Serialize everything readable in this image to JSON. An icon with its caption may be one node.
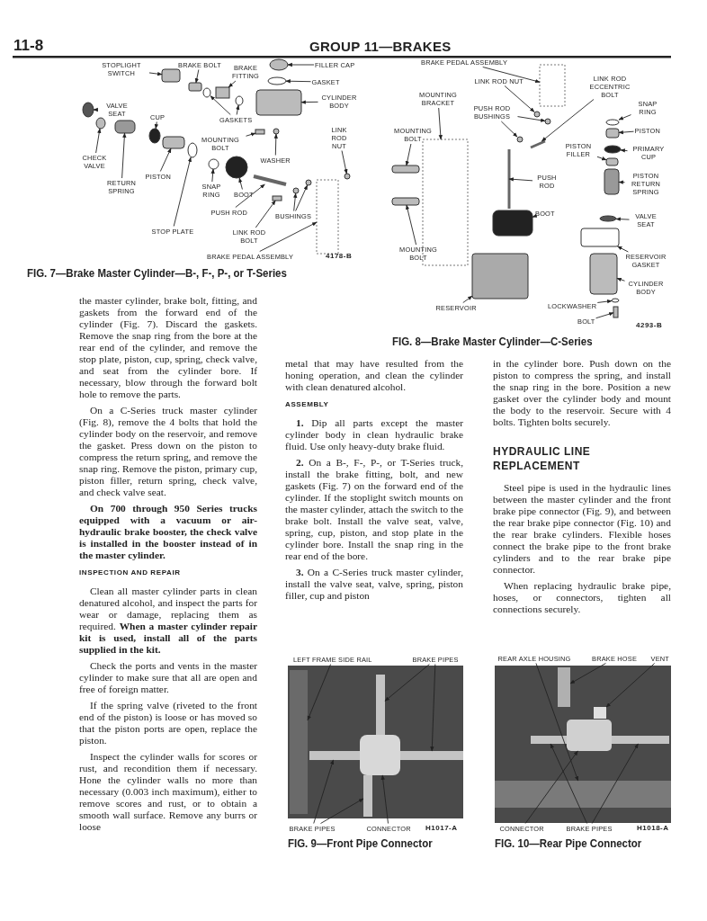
{
  "diagram": {
    "nodes": [
      {
        "text": [
          "STOPLIGHT SWITCH"
        ]
      },
      {
        "text": [
          "BRAKE BOLT"
        ]
      },
      {
        "text": [
          "BRAKE FITTING"
        ]
      },
      {
        "text": [
          "FILLER CAP"
        ]
      },
      {
        "text": [
          "GASKET"
        ]
      },
      {
        "text": [
          "CYLINDER BODY"
        ]
      },
      {
        "text": [
          "VALVE SEAT"
        ]
      },
      {
        "text": [
          "GASKETS"
        ]
      },
      {
        "text": [
          "CUP"
        ]
      },
      {
        "text": [
          "MOUNTING BOLT"
        ]
      },
      {
        "text": [
          "LINK ROD NUT"
        ]
      },
      {
        "text": [
          "CHECK VALVE"
        ]
      },
      {
        "text": [
          "WASHER"
        ]
      },
      {
        "text": [
          "RETURN SPRING"
        ]
      },
      {
        "text": [
          "PISTON"
        ]
      },
      {
        "text": [
          "SNAP RING"
        ]
      },
      {
        "text": [
          "BOOT"
        ]
      },
      {
        "text": [
          "PUSH ROD"
        ]
      },
      {
        "text": [
          "BUSHINGS"
        ]
      },
      {
        "text": [
          "STOP PLATE"
        ]
      },
      {
        "text": [
          "LINK ROD BOLT"
        ]
      },
      {
        "text": [
          "BRAKE PEDAL ASSEMBLY"
        ]
      },
      {
        "text": [
          "BRAKE PEDAL ASSEMBLY"
        ]
      },
      {
        "text": [
          "LINK ROD NUT"
        ]
      },
      {
        "text": [
          "LINK ROD ECCENTRIC BOLT"
        ]
      },
      {
        "text": [
          "MOUNTING BRACKET"
        ]
      },
      {
        "text": [
          "PUSH ROD BUSHINGS"
        ]
      },
      {
        "text": [
          "SNAP RING"
        ]
      },
      {
        "text": [
          "MOUNTING BOLT"
        ]
      },
      {
        "text": [
          "PISTON"
        ]
      },
      {
        "text": [
          "PISTON FILLER"
        ]
      },
      {
        "text": [
          "PRIMARY CUP"
        ]
      },
      {
        "text": [
          "PUSH ROD"
        ]
      },
      {
        "text": [
          "PISTON RETURN SPRING"
        ]
      },
      {
        "text": [
          "BOOT"
        ]
      },
      {
        "text": [
          "VALVE SEAT"
        ]
      },
      {
        "text": [
          "MOUNTING BOLT"
        ]
      },
      {
        "text": [
          "RESERVOIR GASKET"
        ]
      },
      {
        "text": [
          "CYLINDER BODY"
        ]
      },
      {
        "text": [
          "RESERVOIR"
        ]
      },
      {
        "text": [
          "LOCKWASHER"
        ]
      },
      {
        "text": [
          "BOLT"
        ]
      },
      {
        "text": [
          "LEFT FRAME SIDE RAIL"
        ]
      },
      {
        "text": [
          "BRAKE PIPES"
        ]
      },
      {
        "text": [
          "BRAKE PIPES"
        ]
      },
      {
        "text": [
          "CONNECTOR"
        ]
      },
      {
        "text": [
          "REAR AXLE HOUSING"
        ]
      },
      {
        "text": [
          "BRAKE HOSE"
        ]
      },
      {
        "text": [
          "VENT"
        ]
      },
      {
        "text": [
          "CONNECTOR"
        ]
      },
      {
        "text": [
          "BRAKE PIPES"
        ]
      },
      {
        "text": [],
        "shape": "box"
      },
      {
        "text": [],
        "shape": "box"
      },
      {
        "text": [],
        "shape": "box"
      },
      {
        "text": [],
        "shape": "circle"
      },
      {
        "text": [],
        "shape": "circle"
      },
      {
        "text": [],
        "shape": "box"
      },
      {
        "text": [],
        "shape": "circle"
      },
      {
        "text": [],
        "shape": "circle"
      },
      {
        "text": [],
        "shape": "circle"
      },
      {
        "text": [],
        "shape": "circle"
      },
      {
        "text": [],
        "shape": "box"
      },
      {
        "text": [],
        "shape": "circle"
      },
      {
        "text": [],
        "shape": "circle"
      },
      {
        "text": [],
        "shape": "circle"
      },
      {
        "text": [],
        "shape": "box"
      },
      {
        "text": [],
        "shape": "box"
      },
      {
        "text": [],
        "shape": "circle"
      },
      {
        "text": [],
        "shape": "circle"
      },
      {
        "text": [],
        "shape": "bar"
      },
      {
        "text": [],
        "shape": "circle"
      },
      {
        "text": [],
        "shape": "circle"
      },
      {
        "text": [],
        "shape": "circle"
      },
      {
        "text": [],
        "shape": "box"
      },
      {
        "text": [],
        "shape": "box"
      },
      {
        "text": [],
        "shape": "box"
      },
      {
        "text": [],
        "shape": "circle"
      },
      {
        "text": [],
        "shape": "bar"
      },
      {
        "text": [],
        "shape": "box"
      },
      {
        "text": [],
        "shape": "circle"
      },
      {
        "text": [],
        "shape": "circle"
      },
      {
        "text": [],
        "shape": "circle"
      },
      {
        "text": [],
        "shape": "box"
      },
      {
        "text": [],
        "shape": "box"
      },
      {
        "text": [],
        "shape": "box"
      },
      {
        "text": [],
        "shape": "circle"
      },
      {
        "text": [],
        "shape": "bar"
      },
      {
        "text": [],
        "shape": "box"
      },
      {
        "text": [],
        "shape": "box"
      },
      {
        "text": [],
        "shape": "circle"
      },
      {
        "text": [],
        "shape": "box"
      },
      {
        "text": [],
        "shape": "box"
      },
      {
        "text": [],
        "shape": "box"
      },
      {
        "text": [],
        "shape": "box"
      },
      {
        "text": [],
        "shape": "circle"
      },
      {
        "text": [],
        "shape": "box"
      },
      {
        "text": [],
        "shape": "box"
      },
      {
        "text": [],
        "shape": "box"
      },
      {
        "text": [],
        "shape": "box"
      },
      {
        "text": [],
        "shape": "box"
      },
      {
        "text": [],
        "shape": "box"
      },
      {
        "text": [],
        "shape": "box"
      },
      {
        "text": [],
        "shape": "box"
      },
      {
        "text": [],
        "shape": "box"
      },
      {
        "text": [],
        "shape": "box"
      },
      {
        "text": [],
        "shape": "box"
      },
      {
        "text": [],
        "shape": "box"
      },
      {
        "text": [],
        "shape": "box"
      }
    ],
    "edges": [
      {
        "from": 0,
        "to": 51,
        "arrow": "to"
      },
      {
        "from": 1,
        "to": 52,
        "arrow": "to"
      },
      {
        "from": 2,
        "to": 53,
        "arrow": "to"
      },
      {
        "from": 3,
        "to": 54,
        "arrow": "to"
      },
      {
        "from": 4,
        "to": 55,
        "arrow": "to"
      },
      {
        "from": 5,
        "to": 56,
        "arrow": "to"
      },
      {
        "from": 6,
        "to": 57,
        "arrow": "to"
      },
      {
        "from": 7,
        "to": 58,
        "arrow": "to"
      },
      {
        "from": 7,
        "to": 59,
        "arrow": "to"
      },
      {
        "from": 8,
        "to": 60,
        "arrow": "to"
      },
      {
        "from": 9,
        "to": 61,
        "arrow": "to"
      },
      {
        "from": 10,
        "to": 62,
        "arrow": "to"
      },
      {
        "from": 11,
        "to": 63,
        "arrow": "to"
      },
      {
        "from": 12,
        "to": 64,
        "arrow": "to"
      },
      {
        "from": 13,
        "to": 65,
        "arrow": "to"
      },
      {
        "from": 14,
        "to": 66,
        "arrow": "to"
      },
      {
        "from": 15,
        "to": 67,
        "arrow": "to"
      },
      {
        "from": 16,
        "to": 68,
        "arrow": "to"
      },
      {
        "from": 17,
        "to": 69,
        "arrow": "to"
      },
      {
        "from": 18,
        "to": 70,
        "arrow": "to"
      },
      {
        "from": 18,
        "to": 71,
        "arrow": "to"
      },
      {
        "from": 19,
        "to": 72,
        "arrow": "to"
      },
      {
        "from": 20,
        "to": 73,
        "arrow": "to"
      },
      {
        "from": 21,
        "to": 74,
        "arrow": "to"
      },
      {
        "from": 22,
        "to": 75,
        "arrow": "to"
      },
      {
        "from": 23,
        "to": 76,
        "arrow": "to"
      },
      {
        "from": 24,
        "to": 77,
        "arrow": "to"
      },
      {
        "from": 25,
        "to": 78,
        "arrow": "to"
      },
      {
        "from": 26,
        "to": 79,
        "arrow": "to"
      },
      {
        "from": 26,
        "to": 80,
        "arrow": "to"
      },
      {
        "from": 27,
        "to": 81,
        "arrow": "to"
      },
      {
        "from": 28,
        "to": 82,
        "arrow": "to"
      },
      {
        "from": 29,
        "to": 83,
        "arrow": "to"
      },
      {
        "from": 30,
        "to": 84,
        "arrow": "to"
      },
      {
        "from": 31,
        "to": 85,
        "arrow": "to"
      },
      {
        "from": 32,
        "to": 86,
        "arrow": "to"
      },
      {
        "from": 33,
        "to": 87,
        "arrow": "to"
      },
      {
        "from": 34,
        "to": 88,
        "arrow": "to"
      },
      {
        "from": 35,
        "to": 89,
        "arrow": "to"
      },
      {
        "from": 36,
        "to": 90,
        "arrow": "to"
      },
      {
        "from": 37,
        "to": 91,
        "arrow": "to"
      },
      {
        "from": 38,
        "to": 92,
        "arrow": "to"
      },
      {
        "from": 39,
        "to": 93,
        "arrow": "to"
      },
      {
        "from": 40,
        "to": 94,
        "arrow": "to"
      },
      {
        "from": 41,
        "to": 95,
        "arrow": "to"
      },
      {
        "from": 42,
        "to": 96,
        "arrow": "to"
      },
      {
        "from": 43,
        "to": 97,
        "arrow": "to"
      },
      {
        "from": 43,
        "to": 98,
        "arrow": "to"
      },
      {
        "from": 44,
        "to": 99,
        "arrow": "to"
      },
      {
        "from": 44,
        "to": 100,
        "arrow": "to"
      },
      {
        "from": 45,
        "to": 101,
        "arrow": "to"
      },
      {
        "from": 46,
        "to": 102,
        "arrow": "to"
      },
      {
        "from": 47,
        "to": 103,
        "arrow": "to"
      },
      {
        "from": 48,
        "to": 104,
        "arrow": "to"
      },
      {
        "from": 49,
        "to": 105,
        "arrow": "to"
      },
      {
        "from": 50,
        "to": 106,
        "arrow": "to"
      },
      {
        "from": 50,
        "to": 107,
        "arrow": "to"
      }
    ],
    "labels": [
      "11-8",
      "GROUP 11—BRAKES",
      "4178-B",
      "FIG. 7—Brake Master Cylinder—B-, F-, P-, or T-Series",
      "4293-B",
      "FIG. 8—Brake Master Cylinder—C-Series",
      "the master cylinder, brake bolt, fitting, and gaskets from the forward end of the cylinder (Fig. 7). Discard the gaskets. Remove the snap ring from the bore at the rear end of the cylinder, and remove the stop plate, piston, cup, spring, check valve, and seat from the cylinder bore. If necessary, blow through the forward bolt hole to remove the parts.",
      "On a C-Series truck master cylinder (Fig. 8), remove the 4 bolts that hold the cylinder body on the reservoir, and remove the gasket. Press down on the piston to compress the return spring, and remove the snap ring. Remove the piston, primary cup, piston filler, return spring, check valve, and check valve seat.",
      "On 700 through 950 Series trucks equipped with a vacuum or air-hydraulic brake booster, the check valve is installed in the booster instead of in the master cylinder.",
      "INSPECTION AND REPAIR",
      "Clean all master cylinder parts in clean denatured alcohol, and inspect the parts for wear or damage, replacing them as required. **When a master cylinder repair kit is used, install all of the parts supplied in the kit.**",
      "Check the ports and vents in the master cylinder to make sure that all are open and free of foreign matter.",
      "If the spring valve (riveted to the front end of the piston) is loose or has moved so that the piston ports are open, replace the piston.",
      "Inspect the cylinder walls for scores or rust, and recondition them if necessary. Hone the cylinder walls no more than necessary (0.003 inch maximum), either to remove scores and rust, or to obtain a smooth wall surface. Remove any burrs or loose",
      "metal that may have resulted from the honing operation, and clean the cylinder with clean denatured alcohol.",
      "ASSEMBLY",
      "**1.** Dip all parts except the master cylinder body in clean hydraulic brake fluid. Use only heavy-duty brake fluid.",
      "**2.** On a B-, F-, P-, or T-Series truck, install the brake fitting, bolt, and new gaskets (Fig. 7) on the forward end of the cylinder. If the stoplight switch mounts on the master cylinder, attach the switch to the brake bolt. Install the valve seat, valve, spring, cup, piston, and stop plate in the cylinder bore. Install the snap ring in the rear end of the bore.",
      "**3.** On a C-Series truck master cylinder, install the valve seat, valve, spring, piston filler, cup and piston",
      "in the cylinder bore. Push down on the piston to compress the spring, and install the snap ring in the bore. Position a new gasket over the cylinder body and mount the body to the reservoir. Secure with 4 bolts. Tighten bolts securely.",
      "HYDRAULIC LINE REPLACEMENT",
      "Steel pipe is used in the hydraulic lines between the master cylinder and the front brake pipe connector (Fig. 9), and between the rear brake pipe connector (Fig. 10) and the rear brake cylinders. Flexible hoses connect the brake pipe to the front brake cylinders and to the rear brake pipe connector.",
      "When replacing hydraulic brake pipe, hoses, or connectors, tighten all connections securely.",
      "H1017-A",
      "FIG. 9—Front Pipe Connector",
      "H1018-A",
      "FIG. 10—Rear Pipe Connector"
    ]
  }
}
